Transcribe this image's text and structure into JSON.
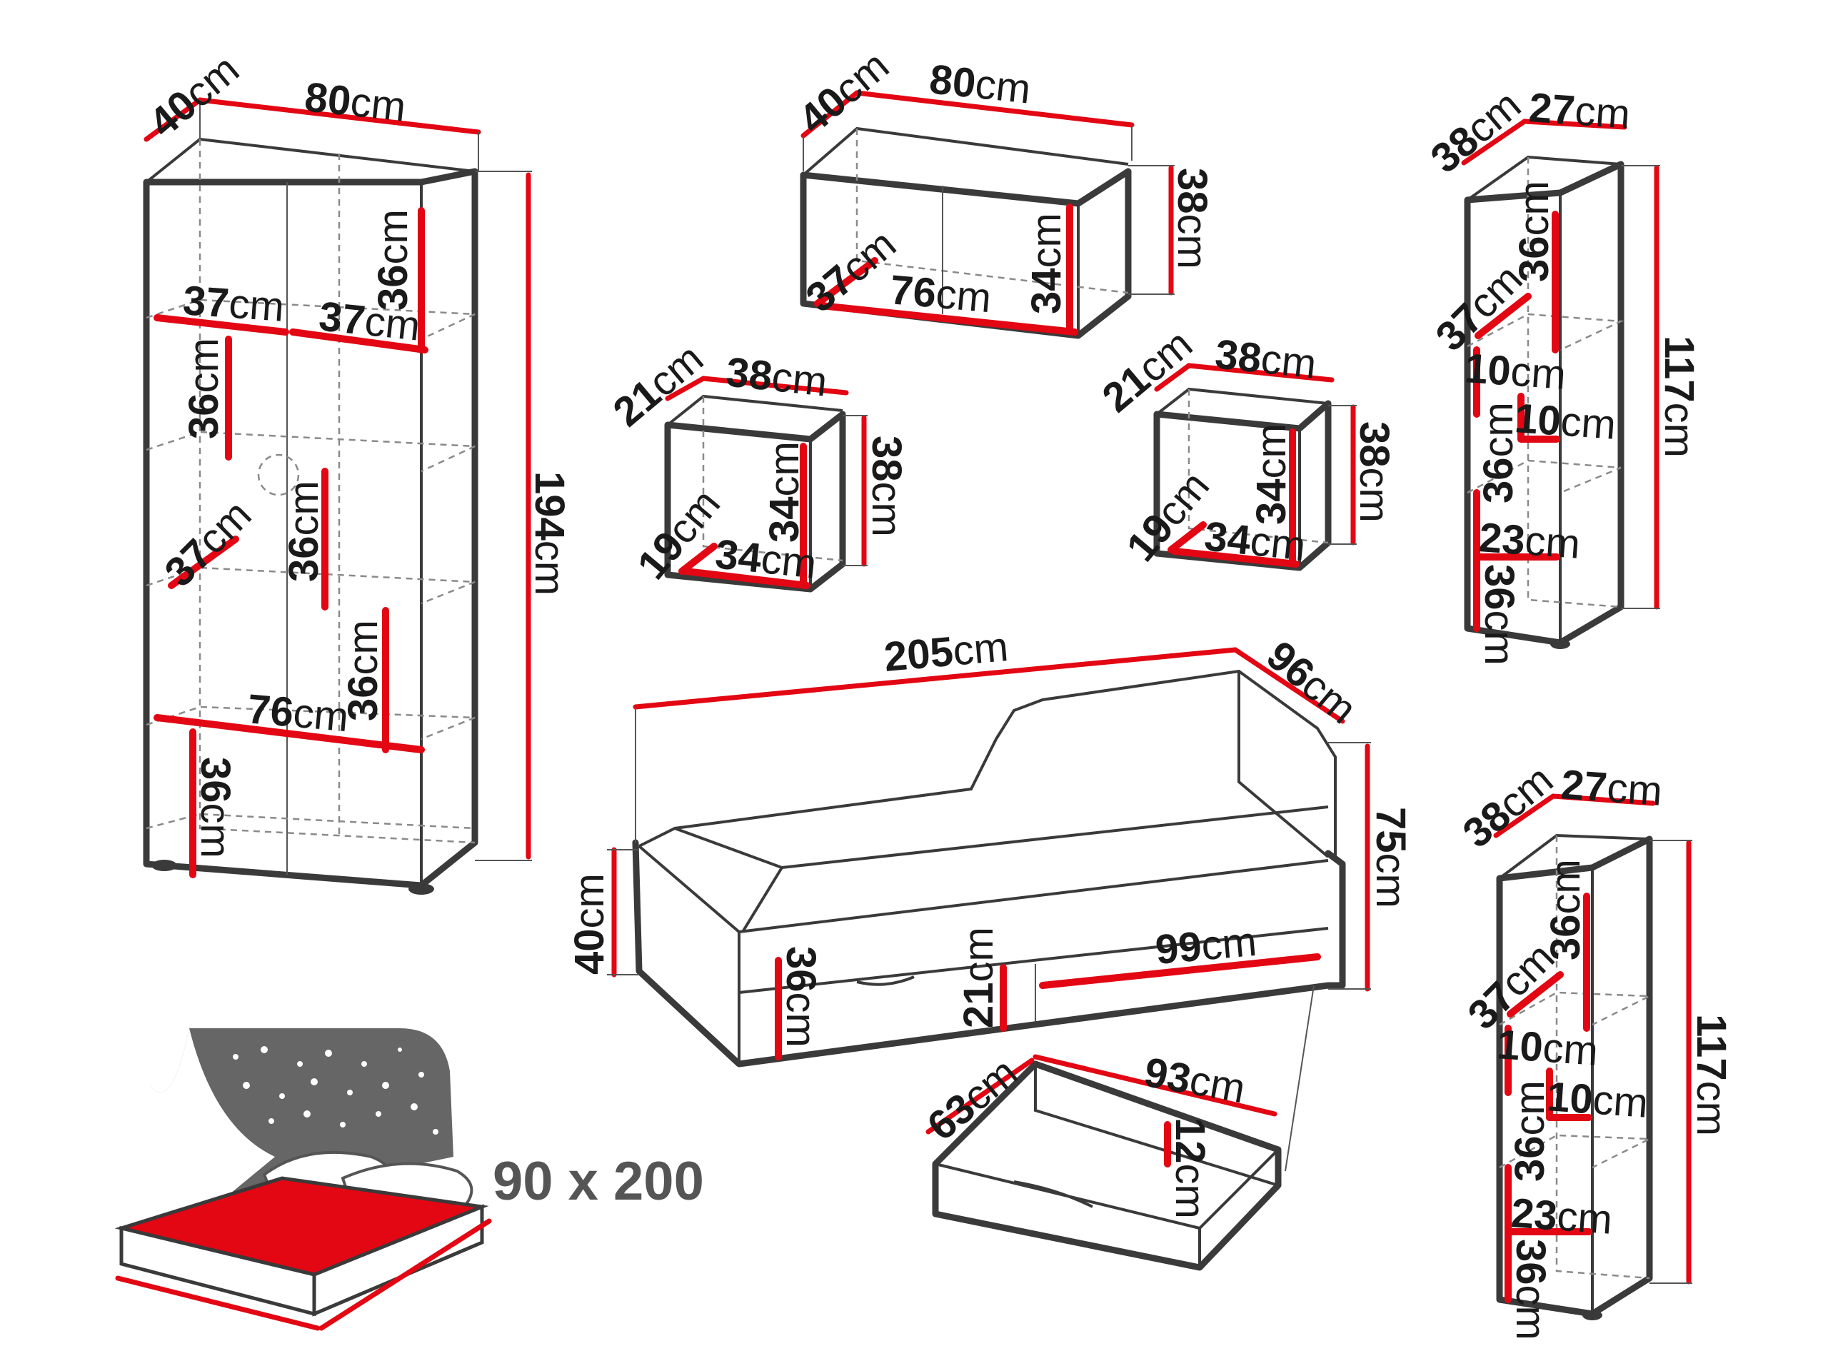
{
  "colors": {
    "dimension_line": "#e30613",
    "outline": "#3a3a3a",
    "headboard_art": "#666666",
    "text": "#1a1a1a"
  },
  "unit": "cm",
  "wardrobe": {
    "depth": "40",
    "width": "80",
    "height": "194",
    "shelf_height_1": "36",
    "shelf_height_2": "36",
    "shelf_height_3": "36",
    "shelf_height_4": "36",
    "shelf_height_5": "36",
    "shelf_depth_left": "37",
    "shelf_depth_right": "37",
    "shelf_depth_lower": "37",
    "inner_width": "76"
  },
  "wall_cabinet": {
    "depth": "40",
    "width": "80",
    "height": "38",
    "inner_depth": "37",
    "inner_width": "76",
    "inner_height": "34"
  },
  "cube_left": {
    "depth": "21",
    "width": "38",
    "height": "38",
    "inner_depth": "19",
    "inner_width": "34",
    "inner_height": "34"
  },
  "cube_right": {
    "depth": "21",
    "width": "38",
    "height": "38",
    "inner_depth": "19",
    "inner_width": "34",
    "inner_height": "34"
  },
  "shelf_unit_top": {
    "depth": "38",
    "width": "27",
    "height": "117",
    "compartment_height_1": "36",
    "inner_depth": "37",
    "niche_1": "10",
    "niche_2": "10",
    "compartment_height_2": "36",
    "inner_width": "23",
    "compartment_height_3": "36"
  },
  "shelf_unit_bottom": {
    "depth": "38",
    "width": "27",
    "height": "117",
    "compartment_height_1": "36",
    "inner_depth": "37",
    "niche_1": "10",
    "niche_2": "10",
    "compartment_height_2": "36",
    "inner_width": "23",
    "compartment_height_3": "36"
  },
  "bed": {
    "length": "205",
    "depth": "96",
    "height": "75",
    "side_height": "40",
    "drawer_front_height": "36",
    "drawer_height": "21",
    "drawer_front_width": "99"
  },
  "drawer": {
    "depth": "63",
    "width": "93",
    "height": "12"
  },
  "mattress": {
    "size_label": "90 x 200"
  }
}
